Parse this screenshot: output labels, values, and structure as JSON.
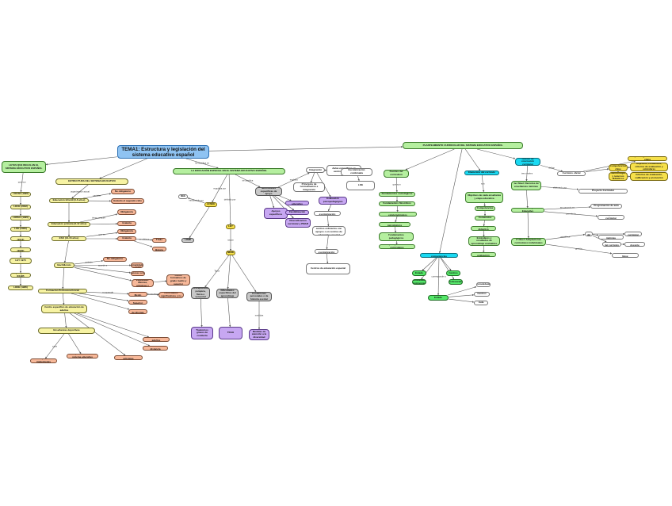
{
  "colors": {
    "line": "#5a5a5a",
    "title_fill": "#8fc3f2",
    "yellow": "#f7f3a3",
    "orange": "#f7b899",
    "green": "#b5ef9f",
    "bright_green": "#55e86a",
    "purple": "#c7a7f2",
    "grey": "#c8c8c8",
    "cyan": "#19d9f2",
    "gold": "#f6e04a"
  },
  "nodes": {
    "title": "TEMA1: Estructura y legislación del sistema educativo español",
    "laws_header": "LEYES QUE REGULAN EL SISTEMA EDUCATIVO ESPAÑOL",
    "law_1": "LOGSE (1990)",
    "law_2": "LOCE (2002)",
    "law_3": "LOPEG (1995)",
    "law_4": "LOE (2006)",
    "law_5": "LOMCE (2013)",
    "law_6": "LOMLOE (2020)",
    "law_7": "LEY 1970",
    "law_8": "Ley Orgánica 8/1985",
    "law_9": "LODE (1985)",
    "structure_header": "ESTRUCTURA DEL SISTEMA EDUCATIVO",
    "edu_infantil": "Educación Infantil (0-6 años)",
    "no_obligatorio": "No obligatorio",
    "gratuito_2ciclo": "Gratuito el segundo ciclo",
    "edu_primaria": "Educación primaria (6-12 años)",
    "obligatoria_1": "Obligatoria",
    "gratuita_1": "Gratuita",
    "eso": "ESO (12-16 años)",
    "obligatoria_2": "Obligatoria",
    "gratuita_2": "Gratuita",
    "titulo": "Título",
    "fp_basica": "FP Básica",
    "bachillerato": "Bachillerato",
    "no_obligatorio_2": "No obligatorio",
    "modalidades": "Modalidades: Ciencias, Humanidades y CCSS, Artes",
    "prueba_acceso": "Prueba de acceso a la universidad",
    "fp_title": "Formación Profesional Inicial",
    "grado_medio": "FP Grado Medio",
    "grado_superior": "FP Grado Superior",
    "ciclos": "Ciclos formativos de grado medio y superior",
    "ens_especiales": "Enseñanzas especiales: idiomas, artísticas y deportivas",
    "ens_idiomas": "Enseñanzas de idiomas",
    "ens_artisticas": "Enseñanzas artísticas",
    "ens_deportivas": "Enseñanzas deportivas",
    "adultos": "Centro específico de educación de adultos",
    "adultos_a": "Educación de adultos",
    "adultos_b": "Educación a distancia",
    "special_header": "LA EDUCACIÓN ESPECIAL EN EL SISTEMA EDUCATIVO ESPAÑOL",
    "nee": "NEE",
    "acnee": "ACNEE",
    "lismi": "LISMI",
    "ley": "LEY",
    "ne_grey": "Necesidades específicas de apoyo",
    "ne_grey_2": "LOE",
    "acneae": "ACNEAE",
    "gold_a": "NEAE",
    "gold_b": "Tipos",
    "p_a": "Discapacidad psíquica, física o sensorial",
    "p_b": "Altas capacidades intelectuales",
    "p_c": "Incorporación tardía al sistema educativo",
    "p_d": "Dificultades específicas del aprendizaje",
    "p_e": "Condiciones personales o de historia escolar",
    "p_f": "Trastornos graves de conducta",
    "p_g": "TDAH",
    "medidas": "Medidas de atención a la diversidad",
    "m_a": "Adaptaciones curriculares significativas y no significativas",
    "m_b": "Apoyos específicos",
    "m_c": "Refuerzo educativo",
    "m_d": "Flexibilización",
    "m_e": "Diversificación curricular y PMAR",
    "integracion": "Integración",
    "int_a": "Principios de normalización e integración",
    "int_b": "Evaluación psicopedagógica",
    "int_c": "Dictamen de escolarización",
    "int_d": "Escolarización en centros ordinarios con apoyos o en centros de educación especial",
    "int_e": "Modalidades de escolarización",
    "int_f": "Centros de educación especial",
    "int_g": "Aulas específicas en centros ordinarios",
    "int_h": "Escolarización combinada",
    "curr_header": "PLANTEAMIENTO CURRICULAR DEL SISTEMA EDUCATIVO ESPAÑOL",
    "fuentes": "Fuentes del currículum",
    "f_1": "Fundamentos sociológicos",
    "f_2": "Fundamentos filosóficos",
    "f_3": "Fundamentos epistemológicos",
    "f_4": "Fundamentos psicológicos",
    "f_5": "Fundamentos pedagógicos",
    "f_6": "Principios y concreciones curriculares",
    "elementos": "Elementos del currículo",
    "e_1": "Objetivos de cada enseñanza y etapa educativa",
    "e_2": "Competencias",
    "e_3": "Contenidos",
    "e_4": "Metodología didáctica",
    "e_5": "Estándares y resultados de aprendizaje evaluables",
    "e_6": "Criterios de evaluación",
    "niveles": "Niveles de concreción curricular",
    "n_1": "1er Nivel: Decretos de enseñanzas mínimas",
    "n_2": "2º Nivel: Proyecto Educativo",
    "n_3": "3er Nivel: Programación didáctica",
    "n_4": "4º Nivel: Adaptaciones curriculares individuales",
    "dist": "Distribución de competencias",
    "d_1": "Estado",
    "d_2": "Comunidades Autónomas",
    "d_3": "Centros",
    "d_4": "Profesorado",
    "ca": "Administración central",
    "ca_1": "Estado",
    "ca_2": "Comunidades",
    "ca_3": "Centros",
    "ca_4": "Aula",
    "ca_5": "Alumno",
    "cur_r1": "Currículo oficial",
    "cur_r2": "Proyecto Curricular",
    "cur_r3": "Programación de aula",
    "cur_r4": "Adaptación curricular",
    "cur_r5": "Aspectos básicos del currículo",
    "cur_r6": "Enseñanzas mínimas",
    "cur_r7": "Desarrollo curricular",
    "cur_r8": "Concreción del currículo",
    "cur_r9": "Planificación docente",
    "cur_r10": "Diseño Curricular Base",
    "gold_r1": "Objetivos generales de cada etapa",
    "gold_r2": "Competencias clave",
    "gold_r3": "Objetivos, contenidos, criterios de evaluación y estándares",
    "gold_r4": "Metodología y recursos didácticos",
    "gold_r5": "Criterios de evaluación, calificación y promoción"
  },
  "edges": {
    "se_divide": "Se clasifica en",
    "que_son": "que son",
    "organizacion": "organización actual",
    "que_incluye": "que incluye",
    "caracter": "carácter",
    "tiene_caracter": "tiene carácter",
    "que_es": "que es",
    "se_obtiene": "se obtiene",
    "accede": "accede a",
    "comprende": "comprende",
    "da_acceso": "da acceso a",
    "para": "para",
    "dirigido": "dirigido a",
    "regulado": "regulada por",
    "introducido": "introducido por",
    "definido": "definido por",
    "clasifica": "se clasifica",
    "segun": "según",
    "tipos": "Tipos",
    "medidas": "medidas",
    "engloba": "engloba",
    "incluye": "incluye",
    "principios": "principios",
    "se_basa": "se basa en",
    "formado": "formado por",
    "con": "con",
    "que_son_2": "que son",
    "corresponde": "corresponde a",
    "elaborado": "elaborado por",
    "concreta": "se concreta en",
    "permite": "permite la",
    "son": "son",
    "define": "define",
    "establece": "establece",
    "tres": "tres niveles",
    "cuatro": "cuatro niveles",
    "gestion": "gestión"
  }
}
